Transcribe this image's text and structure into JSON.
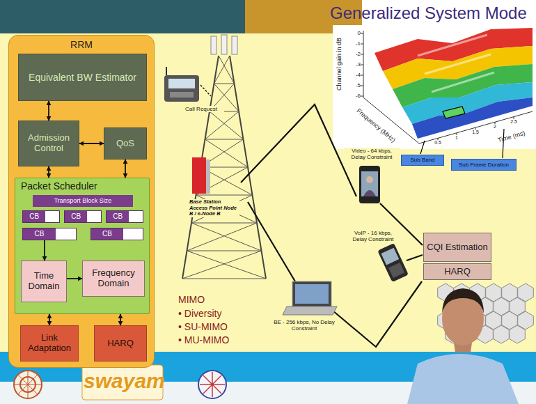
{
  "diagram": {
    "title": "Generalized System Mode",
    "nodes": [
      {
        "text": [
          "RRM"
        ]
      },
      {
        "text": [
          "Equivalent BW Estimator"
        ],
        "in": 0
      },
      {
        "text": [
          "Admission Control"
        ],
        "in": 0
      },
      {
        "text": [
          "QoS"
        ],
        "in": 0
      },
      {
        "text": [
          "Packet Scheduler"
        ],
        "in": 0
      },
      {
        "text": [
          "Transport Block Size"
        ],
        "in": 4
      },
      {
        "text": [
          "CB"
        ],
        "in": 4
      },
      {
        "text": [
          "CB"
        ],
        "in": 4
      },
      {
        "text": [
          "CB"
        ],
        "in": 4
      },
      {
        "text": [
          "CB"
        ],
        "in": 4
      },
      {
        "text": [
          "CB"
        ],
        "in": 4
      },
      {
        "text": [
          "Time Domain"
        ],
        "in": 4
      },
      {
        "text": [
          "Frequency Domain"
        ],
        "in": 4
      },
      {
        "text": [
          "Link Adaptation"
        ],
        "in": 0
      },
      {
        "text": [
          "HARQ"
        ],
        "in": 0
      },
      {
        "text": [
          "Sub Band"
        ]
      },
      {
        "text": [
          "Sub Frame Duration"
        ]
      },
      {
        "text": [
          "CQI Estimation"
        ]
      },
      {
        "text": [
          "HARQ"
        ]
      }
    ],
    "edges": [
      {
        "from": 1,
        "to": 2,
        "arrow": "both"
      },
      {
        "from": 2,
        "to": 3,
        "arrow": "both"
      },
      {
        "from": 2,
        "to": 4,
        "arrow": "both"
      },
      {
        "from": 3,
        "to": 4,
        "arrow": "both"
      },
      {
        "from": 9,
        "to": 11,
        "arrow": "to"
      },
      {
        "from": 11,
        "to": 12,
        "arrow": "to"
      },
      {
        "from": 4,
        "to": 13,
        "arrow": "both"
      },
      {
        "from": 4,
        "to": 14,
        "arrow": "both"
      }
    ],
    "labels": [
      "Channel gain in dB",
      "0",
      "-1",
      "-2",
      "-3",
      "-4",
      "-5",
      "-6",
      "Frequency (MHz)",
      "Time (ms)",
      "0.5",
      "1",
      "1.5",
      "2",
      "2.5",
      "Call Request",
      "Base Station Access Point Node B / e-Node B",
      "Video - 64 kbps, Delay Constraint",
      "VoIP - 16 kbps, Delay Constraint",
      "BE - 256 kbps, No Delay Constraint",
      "MIMO",
      "• Diversity",
      "• SU-MIMO",
      "• MU-MIMO",
      "swayam"
    ]
  }
}
